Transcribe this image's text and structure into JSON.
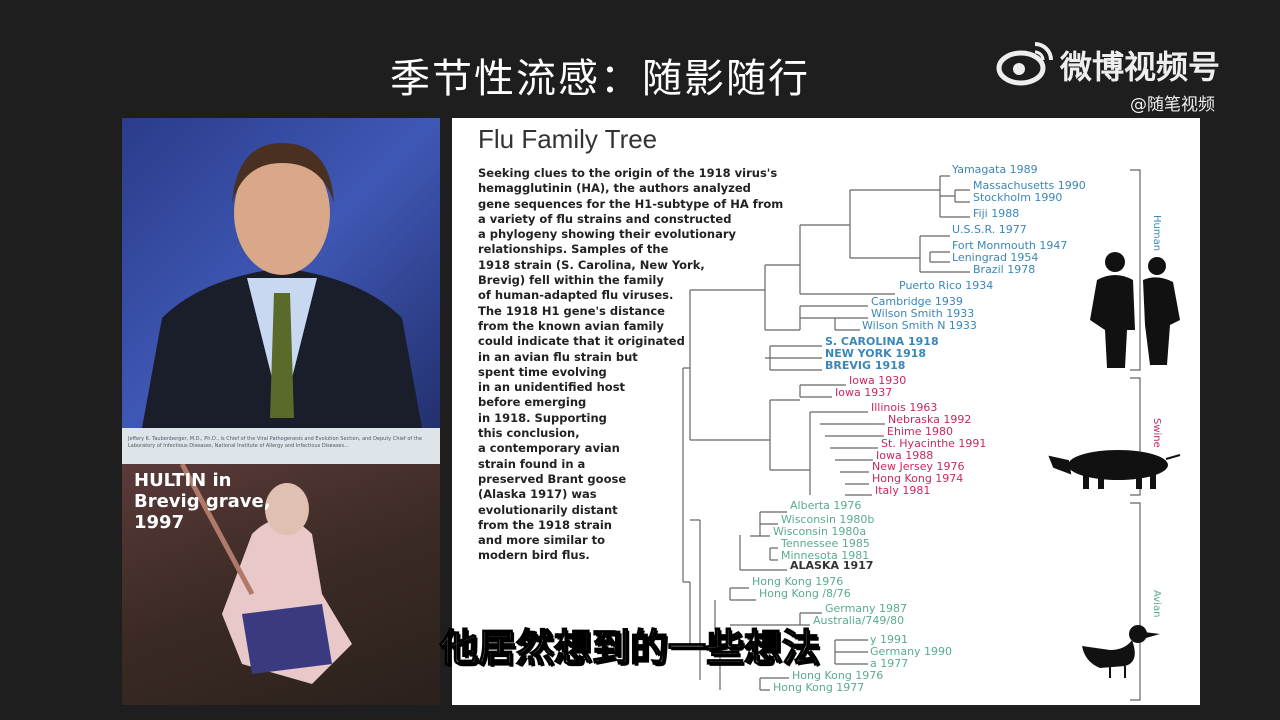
{
  "video_title": "季节性流感：随影随行",
  "watermark": {
    "name": "微博视频号",
    "handle": "@随笔视频"
  },
  "left_panel": {
    "photo_caption": "Jeffery K. Taubenberger, M.D., Ph.D., is Chief of the Viral Pathogenesis and Evolution Section, and Deputy Chief of the Laboratory of Infectious Diseases, National Institute of Allergy and Infectious Diseases...",
    "photo2_caption": "HULTIN in\nBrevig grave,\n1997"
  },
  "slide": {
    "title": "Flu Family Tree",
    "text": "Seeking clues to the origin of the 1918 virus's\nhemagglutinin (HA), the authors analyzed\ngene sequences for the H1-subtype of HA from\na variety of flu strains and constructed\na phylogeny showing their evolutionary\nrelationships. Samples of the\n1918 strain (S. Carolina, New York,\nBrevig) fell within the family\nof human-adapted flu viruses.\nThe 1918 H1 gene's distance\nfrom the known avian family\ncould indicate that it originated\nin an avian flu strain but\nspent time evolving\nin an unidentified host\nbefore emerging\nin 1918. Supporting\nthis conclusion,\na contemporary avian\nstrain found in a\npreserved Brant goose\n(Alaska 1917) was\nevolutionarily distant\nfrom the 1918 strain\nand more similar to\nmodern bird flus.",
    "groups": {
      "human": "Human",
      "swine": "Swine",
      "avian": "Avian"
    },
    "colors": {
      "human": "#3a86b8",
      "swine": "#c8285e",
      "avian": "#5aab8c"
    },
    "labels": [
      "Yamagata 1989",
      "Massachusetts 1990",
      "Stockholm 1990",
      "Fiji 1988",
      "U.S.S.R. 1977",
      "Fort Monmouth 1947",
      "Leningrad 1954",
      "Brazil 1978",
      "Puerto Rico 1934",
      "Cambridge 1939",
      "Wilson Smith 1933",
      "Wilson Smith N 1933",
      "S. CAROLINA 1918",
      "NEW YORK 1918",
      "BREVIG 1918",
      "Iowa 1930",
      "Iowa 1937",
      "Illinois 1963",
      "Nebraska 1992",
      "Ehime 1980",
      "St. Hyacinthe 1991",
      "Iowa 1988",
      "New Jersey 1976",
      "Hong Kong 1974",
      "Italy 1981",
      "Alberta 1976",
      "Wisconsin 1980b",
      "Wisconsin 1980a",
      "Tennessee 1985",
      "Minnesota 1981",
      "ALASKA 1917",
      "Hong Kong  1976",
      "Hong Kong /8/76",
      "Germany 1987",
      "Australia/749/80",
      "y 1991",
      "Germany 1990",
      "a 1977",
      "Hong Kong 1976",
      "Hong Kong 1977"
    ]
  },
  "subtitle": "他居然想到的一些想法"
}
